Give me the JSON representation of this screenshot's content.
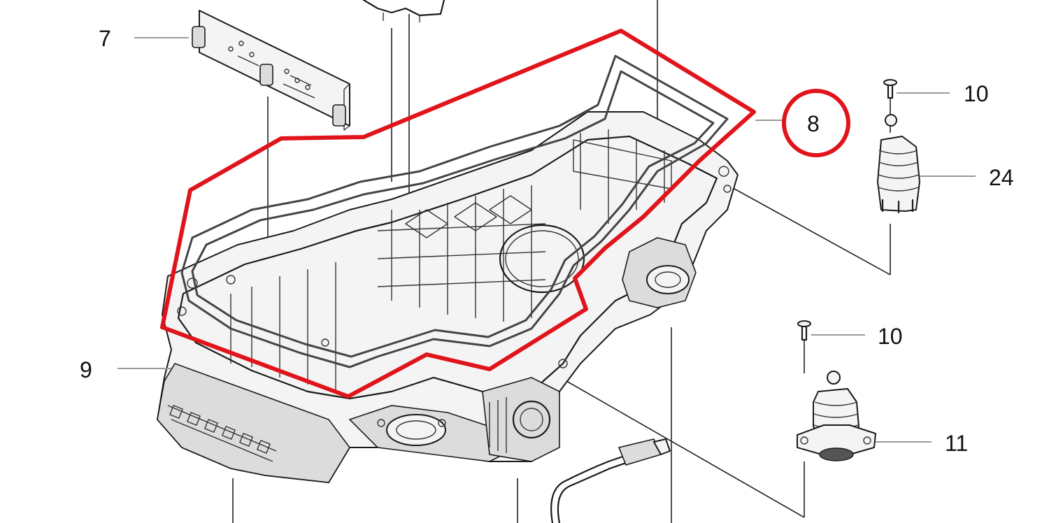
{
  "labels": {
    "part_7": "7",
    "part_8": "8",
    "part_9": "9",
    "part_10_upper": "10",
    "part_10_lower": "10",
    "part_24": "24",
    "part_11": "11"
  },
  "colors": {
    "highlight": "#e0141b",
    "line": "#1a1a1a",
    "leader": "#9a9a9a",
    "background": "#ffffff"
  }
}
